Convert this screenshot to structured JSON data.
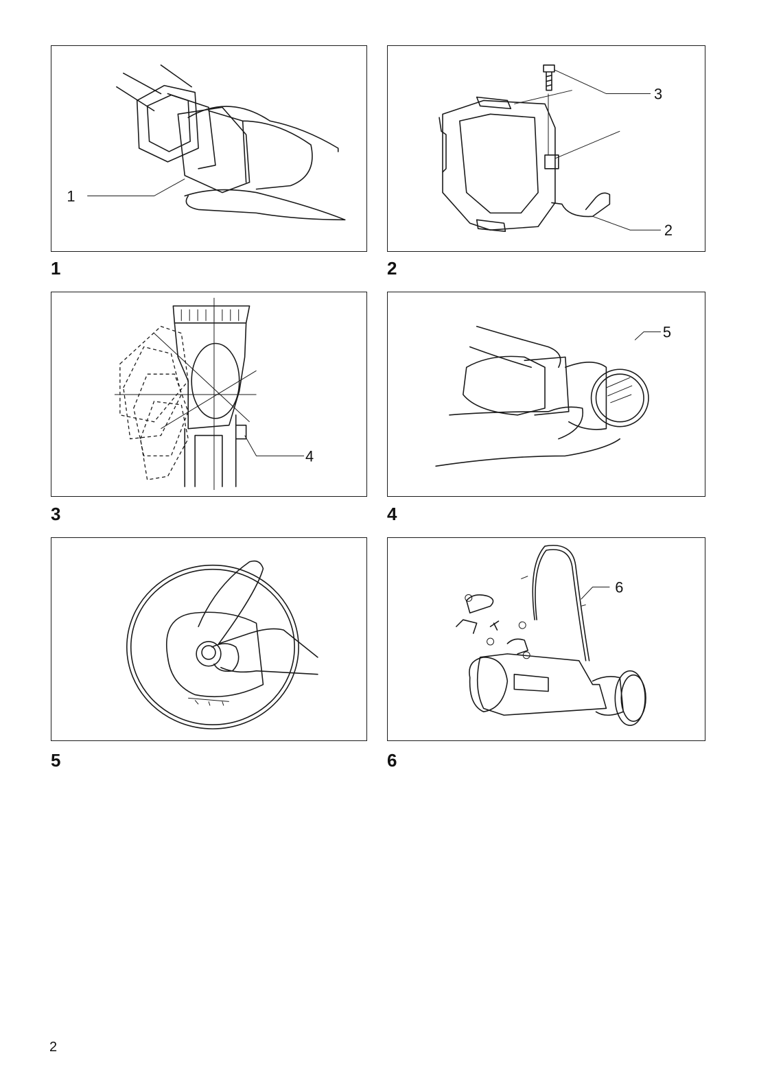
{
  "figures": [
    {
      "number": "1",
      "callouts": [
        "1"
      ]
    },
    {
      "number": "2",
      "callouts": [
        "3",
        "2"
      ]
    },
    {
      "number": "3",
      "callouts": [
        "4"
      ]
    },
    {
      "number": "4",
      "callouts": [
        "5"
      ]
    },
    {
      "number": "5",
      "callouts": []
    },
    {
      "number": "6",
      "callouts": [
        "6"
      ]
    }
  ],
  "page_number": "2"
}
